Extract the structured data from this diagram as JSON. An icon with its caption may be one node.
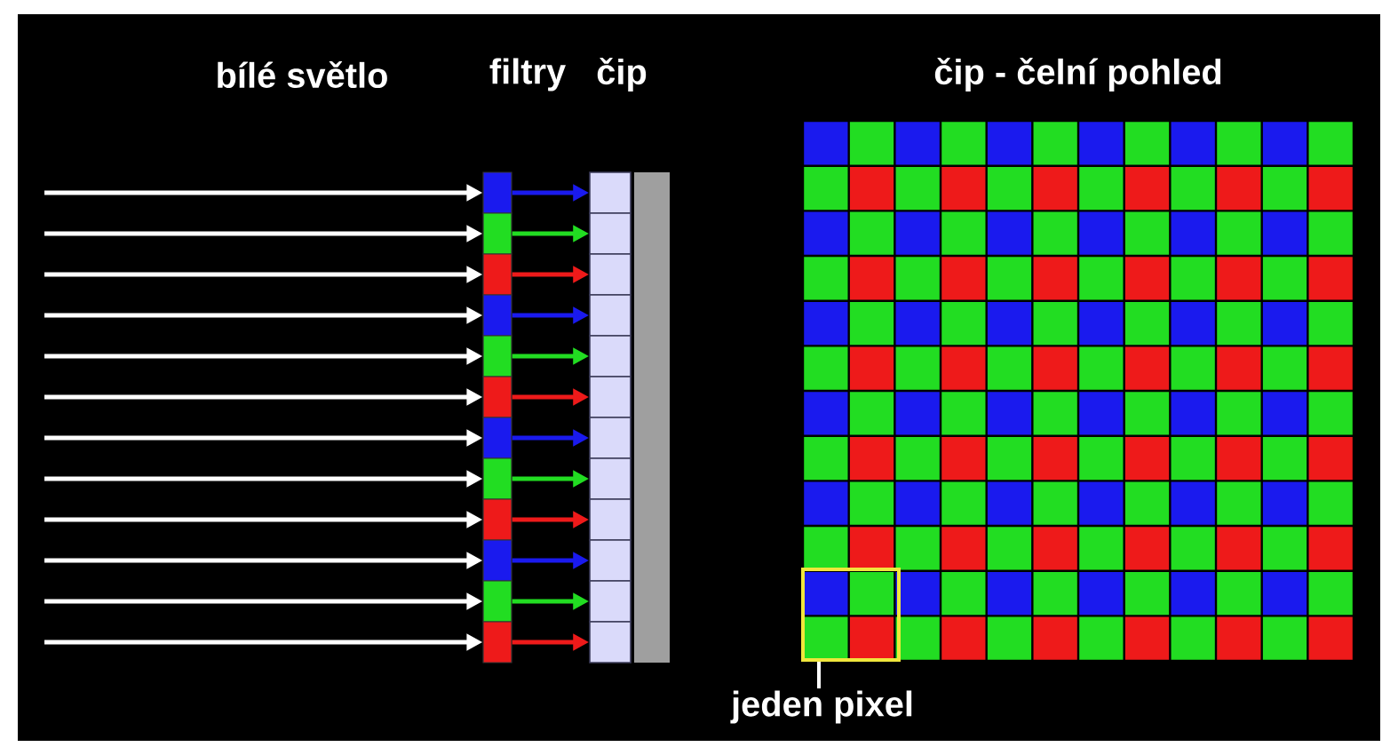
{
  "diagram": {
    "nodes": [
      {
        "text": [],
        "shape": "box"
      },
      {
        "text": [],
        "shape": "box"
      },
      {
        "text": [],
        "shape": "box"
      },
      {
        "text": [],
        "shape": "box"
      },
      {
        "text": [],
        "shape": "box"
      },
      {
        "text": [],
        "shape": "box"
      },
      {
        "text": [],
        "shape": "box"
      },
      {
        "text": [],
        "shape": "box"
      },
      {
        "text": [],
        "shape": "box"
      },
      {
        "text": [],
        "shape": "box"
      },
      {
        "text": [],
        "shape": "box"
      },
      {
        "text": [],
        "shape": "box"
      },
      {
        "text": [],
        "shape": "box"
      },
      {
        "text": [],
        "shape": "box"
      },
      {
        "text": [],
        "shape": "box"
      },
      {
        "text": [],
        "shape": "box"
      },
      {
        "text": [],
        "shape": "box"
      },
      {
        "text": [],
        "shape": "box"
      },
      {
        "text": [],
        "shape": "box"
      },
      {
        "text": [],
        "shape": "box"
      },
      {
        "text": [],
        "shape": "box"
      },
      {
        "text": [],
        "shape": "box"
      },
      {
        "text": [],
        "shape": "box"
      },
      {
        "text": [],
        "shape": "box"
      },
      {
        "text": [],
        "shape": "box"
      },
      {
        "text": [
          "jeden pixel"
        ]
      },
      {
        "text": [],
        "shape": "bar"
      }
    ],
    "edges": [
      {
        "from": null,
        "to": 0,
        "arrow": "to"
      },
      {
        "from": null,
        "to": 1,
        "arrow": "to"
      },
      {
        "from": null,
        "to": 2,
        "arrow": "to"
      },
      {
        "from": null,
        "to": 3,
        "arrow": "to"
      },
      {
        "from": null,
        "to": 4,
        "arrow": "to"
      },
      {
        "from": null,
        "to": 5,
        "arrow": "to"
      },
      {
        "from": null,
        "to": 6,
        "arrow": "to"
      },
      {
        "from": null,
        "to": 7,
        "arrow": "to"
      },
      {
        "from": null,
        "to": 8,
        "arrow": "to"
      },
      {
        "from": null,
        "to": 9,
        "arrow": "to"
      },
      {
        "from": null,
        "to": 10,
        "arrow": "to"
      },
      {
        "from": null,
        "to": 11,
        "arrow": "to"
      },
      {
        "from": 0,
        "to": 12,
        "arrow": "to",
        "color": "#1a1aee"
      },
      {
        "from": 1,
        "to": 13,
        "arrow": "to",
        "color": "#22dd22"
      },
      {
        "from": 2,
        "to": 14,
        "arrow": "to",
        "color": "#ee1a1a"
      },
      {
        "from": 3,
        "to": 15,
        "arrow": "to",
        "color": "#1a1aee"
      },
      {
        "from": 4,
        "to": 16,
        "arrow": "to",
        "color": "#22dd22"
      },
      {
        "from": 5,
        "to": 17,
        "arrow": "to",
        "color": "#ee1a1a"
      },
      {
        "from": 6,
        "to": 18,
        "arrow": "to",
        "color": "#1a1aee"
      },
      {
        "from": 7,
        "to": 19,
        "arrow": "to",
        "color": "#22dd22"
      },
      {
        "from": 8,
        "to": 20,
        "arrow": "to",
        "color": "#ee1a1a"
      },
      {
        "from": 9,
        "to": 21,
        "arrow": "to",
        "color": "#1a1aee"
      },
      {
        "from": 10,
        "to": 22,
        "arrow": "to",
        "color": "#22dd22"
      },
      {
        "from": 11,
        "to": 23,
        "arrow": "to",
        "color": "#ee1a1a"
      },
      {
        "from": 25,
        "to": 24,
        "arrow": "none"
      }
    ],
    "labels": [
      "bílé světlo",
      "filtry",
      "čip",
      "čip - čelní pohled"
    ]
  }
}
